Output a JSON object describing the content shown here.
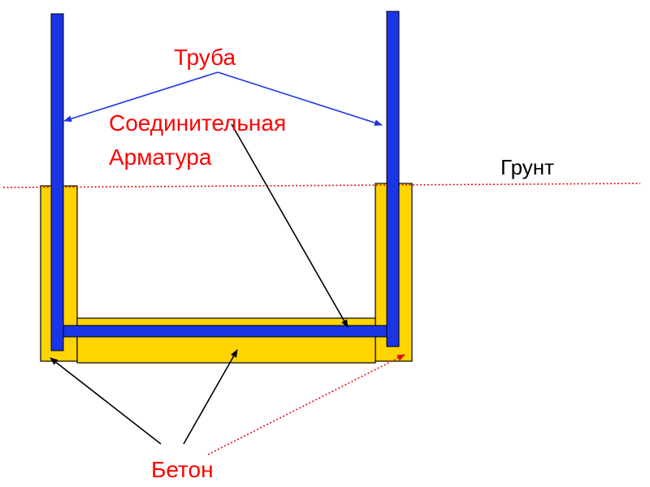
{
  "labels": {
    "pipe": "Труба",
    "rebar_line1": "Соединительная",
    "rebar_line2": "Арматура",
    "ground": "Грунт",
    "concrete": "Бетон"
  },
  "colors": {
    "pipe": "#1a35e6",
    "concrete": "#ffd400",
    "outline": "#000000",
    "label_red": "#ff0000",
    "ground_line": "#e01010",
    "arrow_blue": "#1a35e6"
  }
}
